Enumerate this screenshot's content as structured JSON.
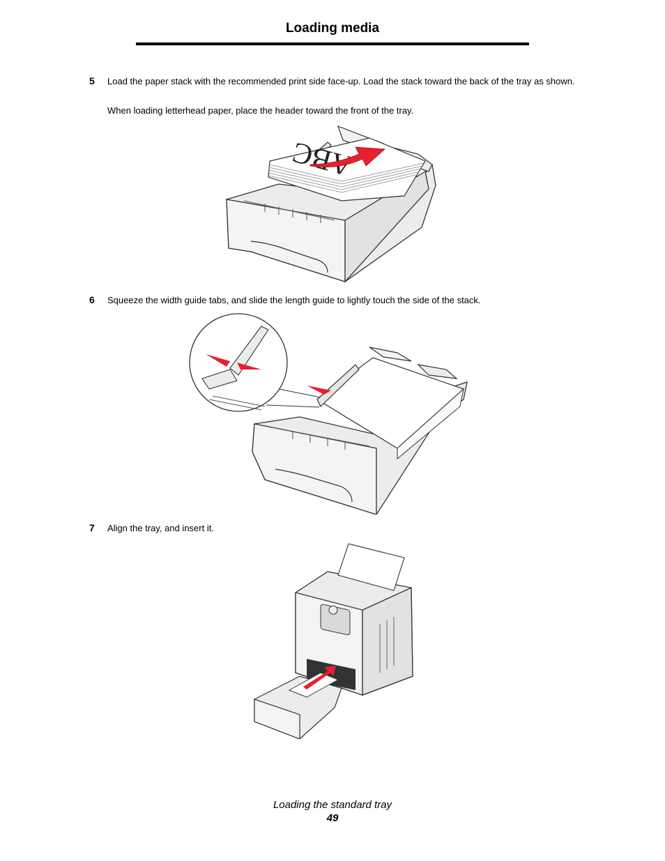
{
  "header": {
    "title": "Loading media"
  },
  "steps": [
    {
      "number": "5",
      "text": "Load the paper stack with the recommended print side face-up. Load the stack toward the back of the tray as shown.",
      "note": "When loading letterhead paper, place the header toward the front of the tray."
    },
    {
      "number": "6",
      "text": "Squeeze the width guide tabs, and slide the length guide to lightly touch the side of the stack."
    },
    {
      "number": "7",
      "text": "Align the tray, and insert it."
    }
  ],
  "figures": {
    "paper_stack_print": "ABC",
    "colors": {
      "arrow": "#e8202e",
      "outline": "#333333",
      "tray_fill": "#ececec",
      "paper_fill": "#ffffff"
    }
  },
  "footer": {
    "section": "Loading the standard tray",
    "page_number": "49"
  }
}
